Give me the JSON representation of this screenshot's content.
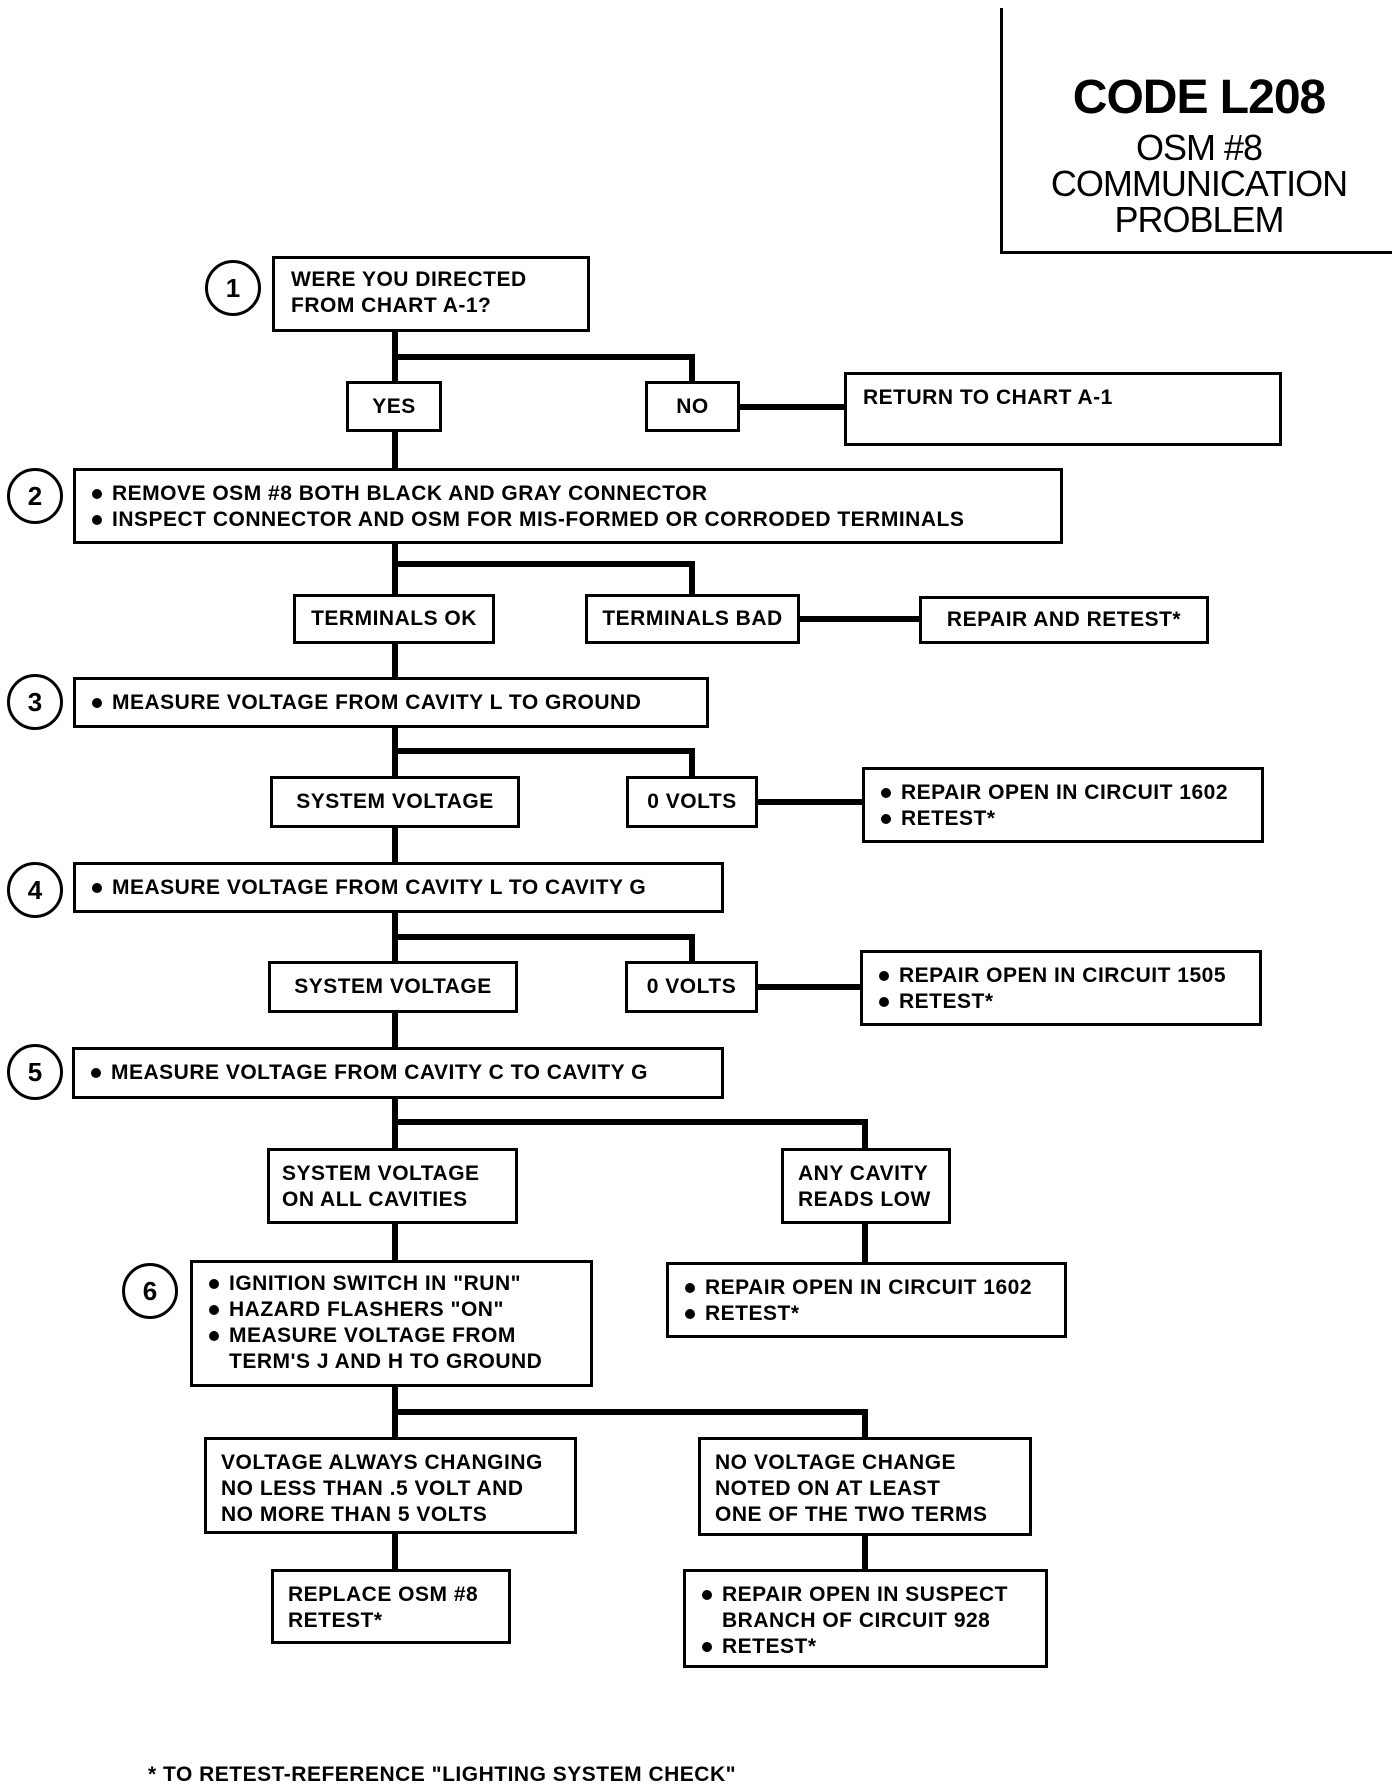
{
  "title": {
    "code": "CODE L208",
    "line1": "OSM #8",
    "line2": "COMMUNICATION",
    "line3": "PROBLEM"
  },
  "steps": [
    "1",
    "2",
    "3",
    "4",
    "5",
    "6"
  ],
  "step1": {
    "question": [
      "WERE YOU DIRECTED",
      "FROM CHART A-1?"
    ],
    "yes": "YES",
    "no": "NO",
    "no_action": "RETURN TO CHART A-1"
  },
  "step2": {
    "actions": [
      "REMOVE OSM #8 BOTH BLACK AND GRAY CONNECTOR",
      "INSPECT CONNECTOR AND OSM FOR MIS-FORMED OR CORRODED TERMINALS"
    ],
    "ok": "TERMINALS OK",
    "bad": "TERMINALS BAD",
    "bad_action": "REPAIR AND RETEST*"
  },
  "step3": {
    "action": "MEASURE VOLTAGE FROM CAVITY L TO GROUND",
    "good": "SYSTEM VOLTAGE",
    "bad": "0 VOLTS",
    "bad_action": [
      "REPAIR OPEN IN CIRCUIT 1602",
      "RETEST*"
    ]
  },
  "step4": {
    "action": "MEASURE VOLTAGE FROM CAVITY L TO CAVITY G",
    "good": "SYSTEM VOLTAGE",
    "bad": "0 VOLTS",
    "bad_action": [
      "REPAIR OPEN IN CIRCUIT 1505",
      "RETEST*"
    ]
  },
  "step5": {
    "action": "MEASURE VOLTAGE FROM CAVITY C TO CAVITY G",
    "good": [
      "SYSTEM VOLTAGE",
      "ON ALL CAVITIES"
    ],
    "bad": [
      "ANY CAVITY",
      "READS LOW"
    ],
    "bad_action": [
      "REPAIR OPEN IN CIRCUIT 1602",
      "RETEST*"
    ]
  },
  "step6": {
    "actions": [
      "IGNITION SWITCH IN \"RUN\"",
      "HAZARD FLASHERS \"ON\"",
      "MEASURE VOLTAGE FROM",
      "TERM'S J AND H TO GROUND"
    ],
    "good": [
      "VOLTAGE ALWAYS CHANGING",
      "NO LESS THAN .5 VOLT AND",
      "NO MORE THAN 5 VOLTS"
    ],
    "bad": [
      "NO VOLTAGE CHANGE",
      "NOTED ON AT LEAST",
      "ONE OF THE TWO TERMS"
    ],
    "good_action": [
      "REPLACE OSM #8",
      "RETEST*"
    ],
    "bad_action": [
      "REPAIR OPEN IN SUSPECT",
      "BRANCH OF CIRCUIT 928",
      "RETEST*"
    ]
  },
  "footnote": "* TO RETEST-REFERENCE \"LIGHTING SYSTEM CHECK\""
}
